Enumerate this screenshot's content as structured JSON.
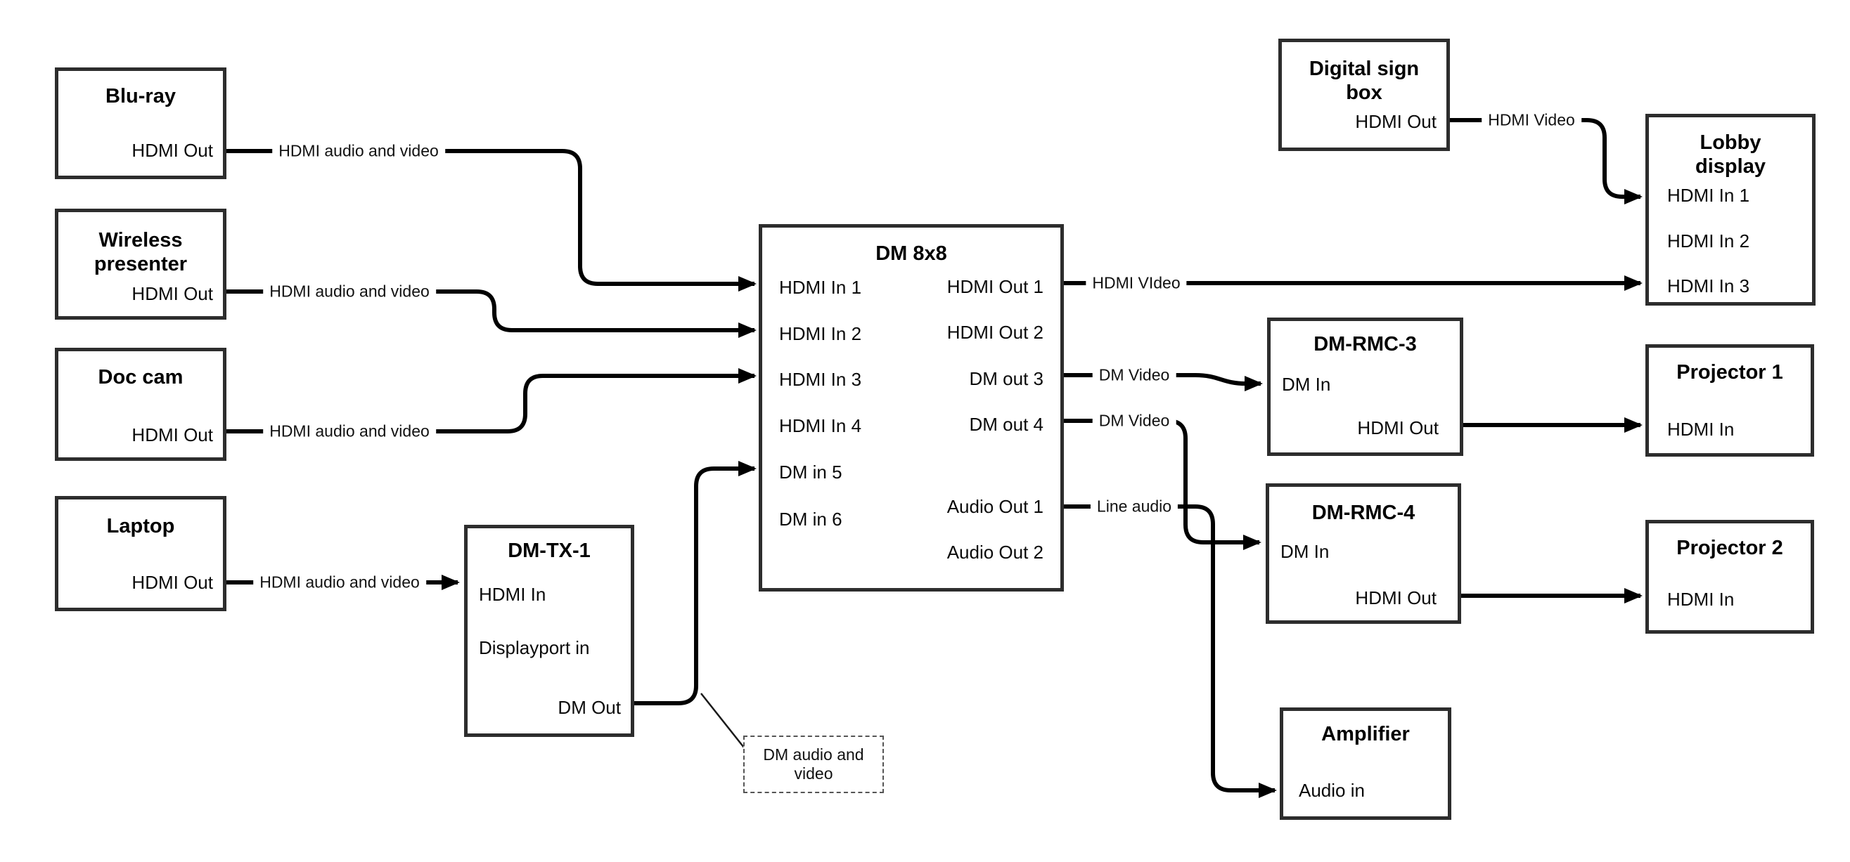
{
  "nodes": {
    "bluray": {
      "title": "Blu-ray",
      "ports": {
        "hdmi_out": "HDMI Out"
      }
    },
    "wireless": {
      "title": "Wireless\npresenter",
      "ports": {
        "hdmi_out": "HDMI Out"
      }
    },
    "doccam": {
      "title": "Doc cam",
      "ports": {
        "hdmi_out": "HDMI Out"
      }
    },
    "laptop": {
      "title": "Laptop",
      "ports": {
        "hdmi_out": "HDMI Out"
      }
    },
    "dmtx1": {
      "title": "DM-TX-1",
      "ports": {
        "hdmi_in": "HDMI In",
        "displayport_in": "Displayport in",
        "dm_out": "DM Out"
      }
    },
    "dm8x8": {
      "title": "DM 8x8",
      "ports": {
        "hdmi_in_1": "HDMI In 1",
        "hdmi_in_2": "HDMI In 2",
        "hdmi_in_3": "HDMI In 3",
        "hdmi_in_4": "HDMI In 4",
        "dm_in_5": "DM in 5",
        "dm_in_6": "DM in 6",
        "hdmi_out_1": "HDMI Out 1",
        "hdmi_out_2": "HDMI Out 2",
        "dm_out_3": "DM out 3",
        "dm_out_4": "DM out 4",
        "audio_out_1": "Audio Out 1",
        "audio_out_2": "Audio Out 2"
      }
    },
    "digital_sign": {
      "title": "Digital sign\nbox",
      "ports": {
        "hdmi_out": "HDMI Out"
      }
    },
    "lobby_display": {
      "title": "Lobby\ndisplay",
      "ports": {
        "hdmi_in_1": "HDMI In 1",
        "hdmi_in_2": "HDMI In 2",
        "hdmi_in_3": "HDMI In 3"
      }
    },
    "dm_rmc_3": {
      "title": "DM-RMC-3",
      "ports": {
        "dm_in": "DM In",
        "hdmi_out": "HDMI Out"
      }
    },
    "projector_1": {
      "title": "Projector 1",
      "ports": {
        "hdmi_in": "HDMI In"
      }
    },
    "dm_rmc_4": {
      "title": "DM-RMC-4",
      "ports": {
        "dm_in": "DM In",
        "hdmi_out": "HDMI Out"
      }
    },
    "projector_2": {
      "title": "Projector 2",
      "ports": {
        "hdmi_in": "HDMI In"
      }
    },
    "amplifier": {
      "title": "Amplifier",
      "ports": {
        "audio_in": "Audio in"
      }
    }
  },
  "wire_labels": {
    "bluray_wire": "HDMI audio and video",
    "wireless_wire": "HDMI audio and video",
    "doccam_wire": "HDMI audio and video",
    "laptop_wire": "HDMI audio and video",
    "hdmi_out_1_wire": "HDMI VIdeo",
    "dm_out_3_wire": "DM Video",
    "dm_out_4_wire": "DM Video",
    "audio_out_1_wire": "Line audio",
    "digital_sign_wire": "HDMI Video",
    "note": "DM audio and\nvideo"
  },
  "colors": {
    "wire": "#000000",
    "box_border": "#2d2d2d",
    "background": "#ffffff"
  }
}
